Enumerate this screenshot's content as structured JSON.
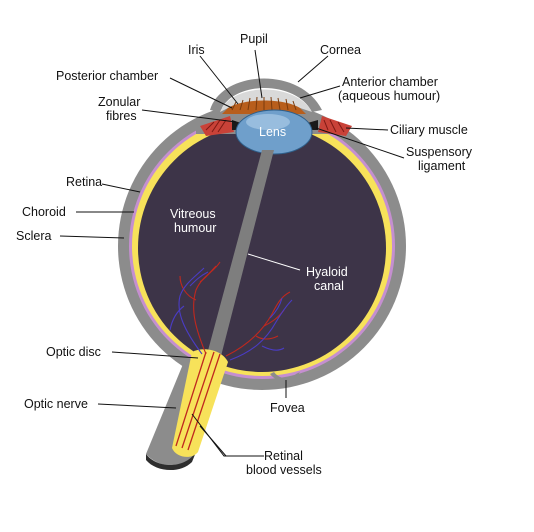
{
  "labels": {
    "pupil": "Pupil",
    "iris": "Iris",
    "cornea": "Cornea",
    "posterior_chamber": "Posterior chamber",
    "anterior_chamber_1": "Anterior chamber",
    "anterior_chamber_2": "(aqueous humour)",
    "zonular_1": "Zonular",
    "zonular_2": "fibres",
    "lens": "Lens",
    "ciliary_muscle": "Ciliary muscle",
    "suspensory_1": "Suspensory",
    "suspensory_2": "ligament",
    "retina": "Retina",
    "choroid": "Choroid",
    "sclera": "Sclera",
    "vitreous_1": "Vitreous",
    "vitreous_2": "humour",
    "hyaloid_1": "Hyaloid",
    "hyaloid_2": "canal",
    "optic_disc": "Optic disc",
    "optic_nerve": "Optic nerve",
    "fovea": "Fovea",
    "vessels_1": "Retinal",
    "vessels_2": "blood vessels"
  },
  "colors": {
    "sclera": "#8c8c8c",
    "choroid": "#c58fd0",
    "retina": "#f7e25a",
    "vitreous": "#3d3448",
    "cornea": "#d9d9d9",
    "iris": "#b85e1c",
    "lens": "#6f9fcb",
    "ciliary": "#c94238",
    "vessel_red": "#c0281e",
    "vessel_blue": "#4a3cc4"
  }
}
